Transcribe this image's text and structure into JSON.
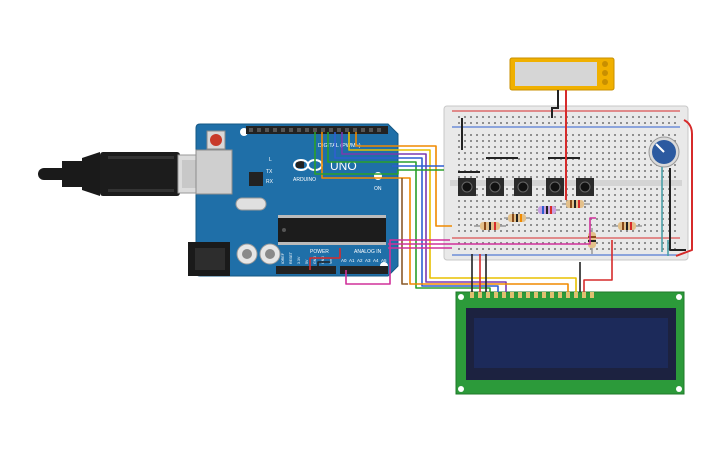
{
  "canvas": {
    "background": "#ffffff"
  },
  "arduino": {
    "brand": "ARDUINO",
    "model": "UNO",
    "digital_label": "DIGITAL (PWM~)",
    "power_label": "POWER",
    "analog_label": "ANALOG IN",
    "tx_label": "TX",
    "rx_label": "RX",
    "l_label": "L",
    "on_label": "ON",
    "analog_pins": [
      "A0",
      "A1",
      "A2",
      "A3",
      "A4",
      "A5"
    ],
    "power_pins": [
      "IOREF",
      "RESET",
      "3.3V",
      "5V",
      "GND",
      "GND",
      "Vin"
    ],
    "board_color": "#1f6fa8",
    "header_color": "#222222"
  },
  "usb_cable": {
    "color": "#1a1a1a",
    "plug_color": "#d9d9d9"
  },
  "breadboard": {
    "color": "#e8e8e8",
    "rail_red": "#d62b2b",
    "rail_blue": "#2f5fd0"
  },
  "lcd": {
    "board_color": "#2c9a3a",
    "screen_color": "#1c2a5a"
  },
  "buzzer": {
    "color": "#f0b000",
    "face_color": "#d6d6d6"
  },
  "potentiometer": {
    "color": "#2c5aa0"
  },
  "icons": [
    "usb-plug-icon",
    "reset-button-icon",
    "arduino-infinity-logo-icon"
  ],
  "wire_colors": {
    "orange": "#f08a00",
    "yellow": "#e8c000",
    "blue": "#2f5fd0",
    "green": "#2aa02a",
    "purple": "#7a3ab0",
    "red": "#d62b2b",
    "black": "#222222",
    "pink": "#d0309a",
    "brown": "#8a5a2a",
    "teal": "#4aa0a8"
  }
}
